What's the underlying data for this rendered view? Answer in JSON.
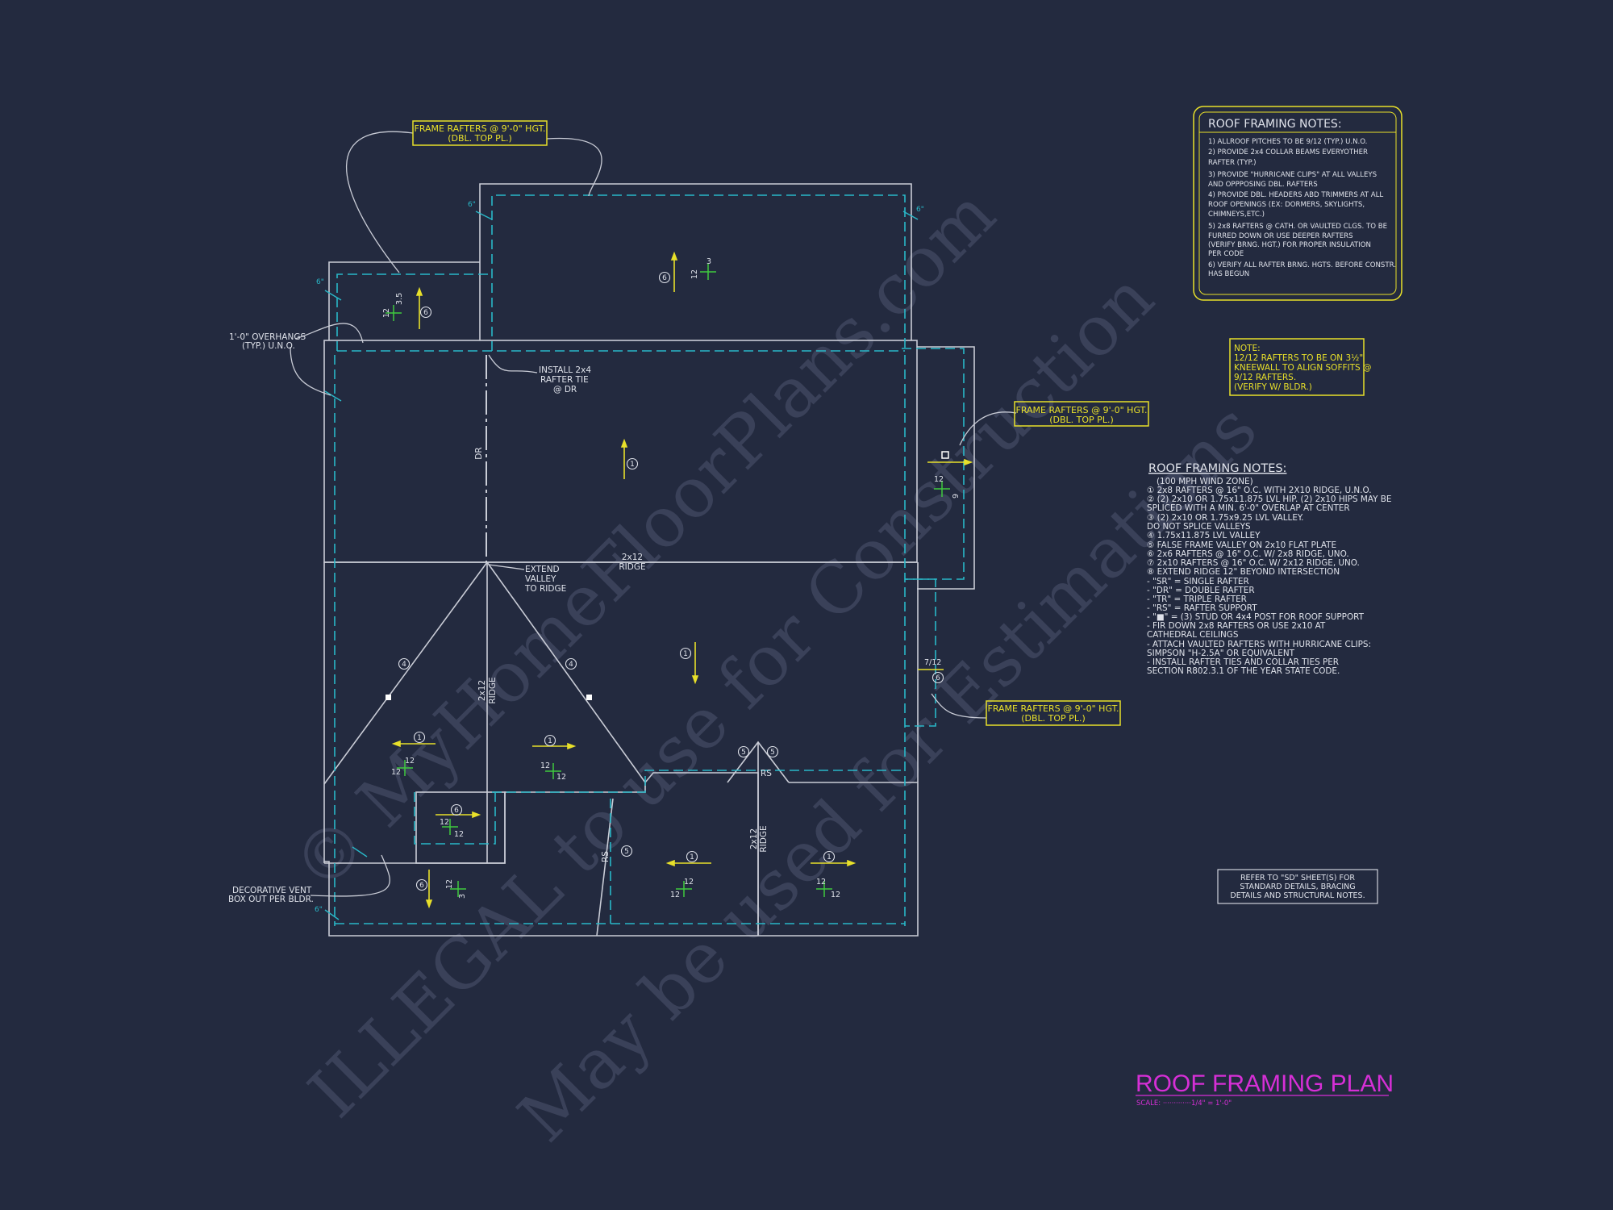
{
  "colors": {
    "background": "#232a3f",
    "linework": "#c9ccd6",
    "overhang_dashed": "#29b8c8",
    "callout_yellow": "#e8e02a",
    "notes_white": "#dfe2ea",
    "title_magenta": "#d62fd6",
    "pitch_green": "#3fc93f",
    "watermark": "#3a4159"
  },
  "watermark": {
    "line1": "© MyHomeFloorPlans.com",
    "line2": "ILLEGAL to use for Construction",
    "line3": "May be used for Estimations"
  },
  "title": {
    "text": "ROOF FRAMING PLAN",
    "scale": "SCALE: ·············1/4\" = 1'-0\""
  },
  "notes_box": {
    "heading": "ROOF FRAMING NOTES:",
    "lines": [
      "1) ALLROOF PITCHES TO BE  9/12 (TYP.) U.N.O.",
      "2) PROVIDE 2x4 COLLAR BEAMS EVERYOTHER",
      "   RAFTER (TYP.)",
      "3) PROVIDE \"HURRICANE CLIPS\" AT ALL VALLEYS",
      "   AND OPPPOSING DBL. RAFTERS",
      "4) PROVIDE DBL. HEADERS ABD TRIMMERS AT ALL",
      "   ROOF OPENINGS (EX: DORMERS, SKYLIGHTS,",
      "   CHIMNEYS,ETC.)",
      "5) 2x8 RAFTERS @ CATH. OR VAULTED CLGS. TO BE",
      "   FURRED DOWN OR USE DEEPER RAFTERS",
      "   (VERIFY BRNG. HGT.) FOR PROPER INSULATION",
      "   PER CODE",
      "6) VERIFY ALL RAFTER BRNG. HGTS. BEFORE CONSTR.",
      "   HAS BEGUN"
    ]
  },
  "kneewall_note": {
    "lines": [
      "NOTE:",
      "12/12 RAFTERS TO BE ON 3½\"",
      "KNEEWALL TO ALIGN SOFFITS @",
      "9/12 RAFTERS.",
      "(VERIFY W/ BLDR.)"
    ]
  },
  "legend": {
    "heading": "ROOF FRAMING NOTES:",
    "lines": [
      "(100 MPH WIND ZONE)",
      "①  2x8 RAFTERS @ 16\" O.C. WITH 2X10 RIDGE, U.N.O.",
      "②  (2) 2x10 OR 1.75x11.875 LVL HIP. (2) 2x10 HIPS MAY BE",
      "     SPLICED WITH A MIN. 6'-0\" OVERLAP AT CENTER",
      "③  (2) 2x10 OR 1.75x9.25 LVL VALLEY.",
      "     DO NOT SPLICE VALLEYS",
      "④  1.75x11.875 LVL VALLEY",
      "⑤  FALSE FRAME VALLEY ON 2x10 FLAT PLATE",
      "⑥  2x6 RAFTERS @ 16\" O.C. W/ 2x8 RIDGE, UNO.",
      "⑦  2x10 RAFTERS @ 16\" O.C. W/ 2x12 RIDGE, UNO.",
      "⑧  EXTEND RIDGE 12\" BEYOND INTERSECTION",
      "-   \"SR\" = SINGLE RAFTER",
      "-   \"DR\" = DOUBLE RAFTER",
      "-   \"TR\" = TRIPLE RAFTER",
      "-   \"RS\" = RAFTER SUPPORT",
      "-   \"■\" = (3) STUD OR 4x4 POST FOR ROOF SUPPORT",
      "-   FIR DOWN 2x8 RAFTERS OR USE 2x10 AT",
      "     CATHEDRAL CEILINGS",
      "-   ATTACH VAULTED RAFTERS WITH HURRICANE CLIPS:",
      "     SIMPSON \"H-2.5A\" OR EQUIVALENT",
      "-   INSTALL RAFTER TIES AND COLLAR TIES PER",
      "     SECTION R802.3.1 OF THE YEAR STATE CODE."
    ]
  },
  "refer_note": {
    "lines": [
      "REFER TO \"SD\" SHEET(S) FOR",
      "STANDARD DETAILS, BRACING",
      "DETAILS AND STRUCTURAL NOTES."
    ]
  },
  "callouts": {
    "frame_top": [
      "FRAME RAFTERS @ 9'-0\" HGT.",
      "(DBL. TOP PL.)"
    ],
    "frame_right": [
      "FRAME RAFTERS @ 9'-0\" HGT.",
      "(DBL. TOP PL.)"
    ],
    "frame_lower_right": [
      "FRAME RAFTERS @ 9'-0\" HGT.",
      "(DBL. TOP PL.)"
    ],
    "overhangs": [
      "1'-0\" OVERHANGS",
      "(TYP.) U.N.O."
    ],
    "rafter_tie": [
      "INSTALL 2x4",
      "RAFTER TIE",
      "@ DR"
    ],
    "extend_valley": [
      "EXTEND",
      "VALLEY",
      "TO RIDGE"
    ],
    "decorative_vent": [
      "DECORATIVE VENT",
      "BOX OUT PER BLDR."
    ]
  },
  "plan_labels": {
    "ridge_size": "2x12",
    "ridge_word": "RIDGE",
    "dr": "DR",
    "rs": "RS",
    "pitch_12": "12",
    "pitch_9": "9",
    "pitch_3": "3",
    "pitch_3_5": "3.5",
    "overhang_6": "6\"",
    "pitch_7_12": "7/12",
    "note_1": "1",
    "note_4": "4",
    "note_5": "5",
    "note_6": "6"
  }
}
